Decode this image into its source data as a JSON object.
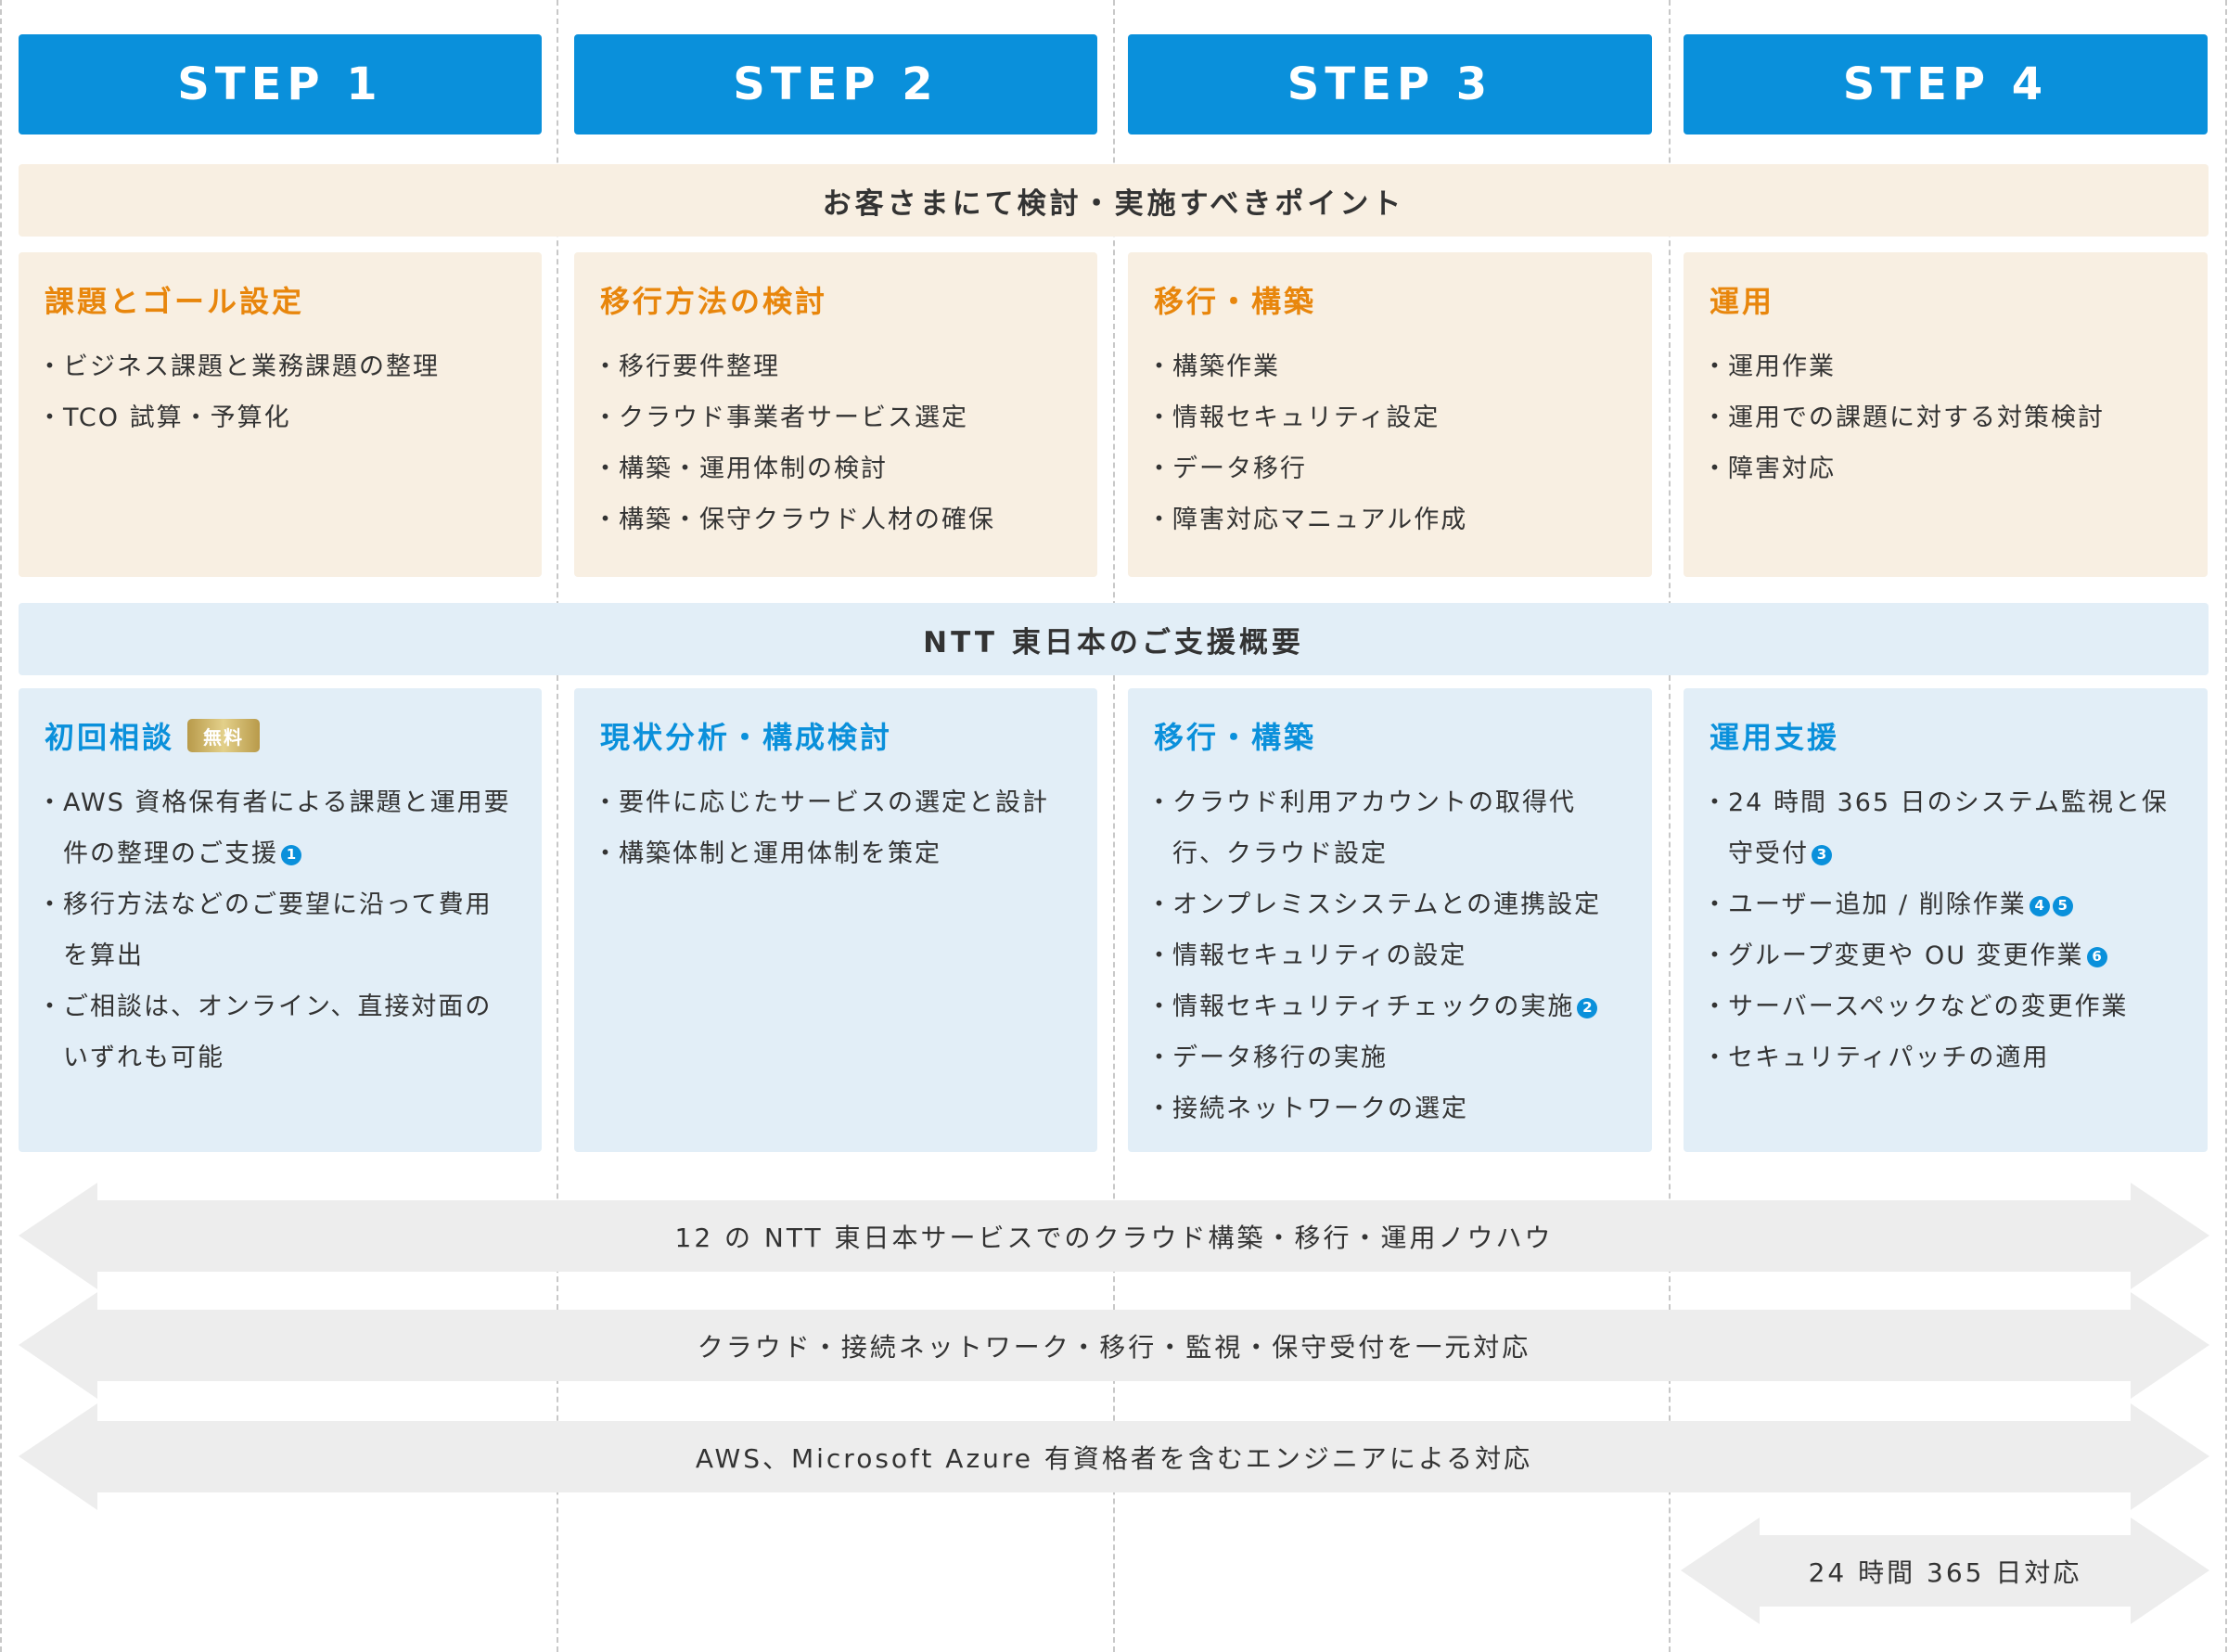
{
  "steps": [
    "STEP 1",
    "STEP 2",
    "STEP 3",
    "STEP 4"
  ],
  "customer_section": {
    "title": "お客さまにて検討・実施すべきポイント",
    "cards": [
      {
        "title": "課題とゴール設定",
        "items": [
          "ビジネス課題と業務課題の整理",
          "TCO 試算・予算化"
        ]
      },
      {
        "title": "移行方法の検討",
        "items": [
          "移行要件整理",
          "クラウド事業者サービス選定",
          "構築・運用体制の検討",
          "構築・保守クラウド人材の確保"
        ]
      },
      {
        "title": "移行・構築",
        "items": [
          "構築作業",
          "情報セキュリティ設定",
          "データ移行",
          "障害対応マニュアル作成"
        ]
      },
      {
        "title": "運用",
        "items": [
          "運用作業",
          "運用での課題に対する対策検討",
          "障害対応"
        ]
      }
    ]
  },
  "support_section": {
    "title": "NTT 東日本のご支援概要",
    "cards": [
      {
        "title": "初回相談",
        "badge": "無料",
        "items": [
          {
            "text": "AWS 資格保有者による課題と運用要件の整理のご支援",
            "nums": [
              "1"
            ]
          },
          {
            "text": "移行方法などのご要望に沿って費用を算出",
            "nums": []
          },
          {
            "text": "ご相談は、オンライン、直接対面のいずれも可能",
            "nums": []
          }
        ]
      },
      {
        "title": "現状分析・構成検討",
        "items": [
          {
            "text": "要件に応じたサービスの選定と設計",
            "nums": []
          },
          {
            "text": "構築体制と運用体制を策定",
            "nums": []
          }
        ]
      },
      {
        "title": "移行・構築",
        "items": [
          {
            "text": "クラウド利用アカウントの取得代行、クラウド設定",
            "nums": []
          },
          {
            "text": "オンプレミスシステムとの連携設定",
            "nums": []
          },
          {
            "text": "情報セキュリティの設定",
            "nums": []
          },
          {
            "text": "情報セキュリティチェックの実施",
            "nums": [
              "2"
            ]
          },
          {
            "text": "データ移行の実施",
            "nums": []
          },
          {
            "text": "接続ネットワークの選定",
            "nums": []
          }
        ]
      },
      {
        "title": "運用支援",
        "items": [
          {
            "text": "24 時間 365 日のシステム監視と保守受付",
            "nums": [
              "3"
            ]
          },
          {
            "text": "ユーザー追加 / 削除作業",
            "nums": [
              "4",
              "5"
            ]
          },
          {
            "text": "グループ変更や OU 変更作業",
            "nums": [
              "6"
            ]
          },
          {
            "text": "サーバースペックなどの変更作業",
            "nums": []
          },
          {
            "text": "セキュリティパッチの適用",
            "nums": []
          }
        ]
      }
    ]
  },
  "arrows": [
    "12 の NTT 東日本サービスでのクラウド構築・移行・運用ノウハウ",
    "クラウド・接続ネットワーク・移行・監視・保守受付を一元対応",
    "AWS、Microsoft Azure 有資格者を含むエンジニアによる対応",
    "24 時間 365 日対応"
  ],
  "colors": {
    "step_blue": "#0a90db",
    "cream": "#f8efe2",
    "light_blue": "#e2eef7",
    "orange": "#e8860c",
    "arrow_gray": "#ededed"
  }
}
